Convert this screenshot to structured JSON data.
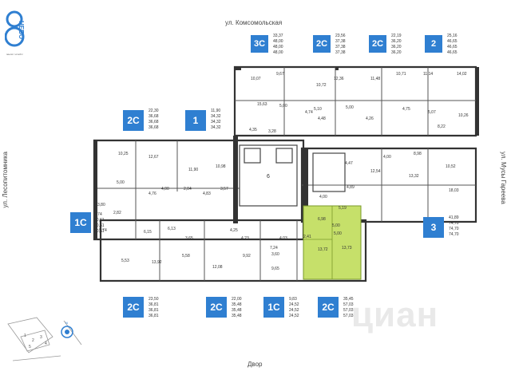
{
  "streets": {
    "top": "ул. Комсомольская",
    "left": "ул. Лесопитомника",
    "right": "ул. Мусы Гареева",
    "bottom": "Двор"
  },
  "brand": {
    "name": "НЕБО",
    "tagline": "эвелит эстейтс"
  },
  "watermark": "циан",
  "colors": {
    "badge": "#2f7fd1",
    "highlight": "#c6e06a",
    "wall": "#333333"
  },
  "apartments": [
    {
      "type": "3С",
      "areas": [
        "33,37",
        "48,00",
        "48,00",
        "48,00"
      ]
    },
    {
      "type": "2С",
      "areas": [
        "23,56",
        "37,38",
        "37,38",
        "37,38"
      ]
    },
    {
      "type": "2С",
      "areas": [
        "22,19",
        "36,20",
        "36,20",
        "36,20"
      ]
    },
    {
      "type": "2",
      "areas": [
        "25,16",
        "46,65",
        "46,65",
        "46,65"
      ]
    },
    {
      "type": "2С",
      "areas": [
        "22,30",
        "36,68",
        "36,68",
        "36,68"
      ]
    },
    {
      "type": "1",
      "areas": [
        "11,90",
        "34,32",
        "34,32",
        "34,32"
      ]
    },
    {
      "type": "1С",
      "areas": [
        "9,74",
        "20,61",
        "20,61",
        "20,61"
      ]
    },
    {
      "type": "3",
      "areas": [
        "41,89",
        "74,70",
        "74,70",
        "74,70"
      ]
    },
    {
      "type": "2С",
      "areas": [
        "23,50",
        "36,81",
        "36,81",
        "36,81"
      ]
    },
    {
      "type": "2С",
      "areas": [
        "22,00",
        "35,48",
        "35,48",
        "35,48"
      ]
    },
    {
      "type": "1С",
      "areas": [
        "9,83",
        "24,52",
        "24,52",
        "24,52"
      ]
    },
    {
      "type": "2С",
      "areas": [
        "35,45",
        "57,03",
        "57,03",
        "57,03"
      ]
    }
  ],
  "rooms": [
    "10,07",
    "9,67",
    "10,72",
    "12,36",
    "11,48",
    "10,71",
    "11,14",
    "14,02",
    "15,63",
    "5,00",
    "5,10",
    "5,00",
    "4,75",
    "5,07",
    "4,74",
    "4,48",
    "4,26",
    "10,26",
    "4,35",
    "3,28",
    "8,22",
    "10,25",
    "12,67",
    "11,90",
    "10,98",
    "5,00",
    "4,76",
    "4,00",
    "2,04",
    "4,83",
    "3,57",
    "6",
    "4,00",
    "4,47",
    "8,98",
    "12,54",
    "13,32",
    "10,52",
    "18,03",
    "4,89",
    "4,00",
    "6,98",
    "5,19",
    "5,00",
    "3,80",
    "2,82",
    "9,74",
    "6,15",
    "6,13",
    "3,65",
    "4,25",
    "4,23",
    "4,03",
    "3,60",
    "7,24",
    "5,53",
    "13,92",
    "5,58",
    "12,08",
    "9,92",
    "9,65",
    "2,41",
    "13,72",
    "13,73",
    "5,00"
  ],
  "minimap": {
    "labels": [
      "1",
      "2",
      "3",
      "4",
      "5"
    ],
    "compass": "N"
  }
}
